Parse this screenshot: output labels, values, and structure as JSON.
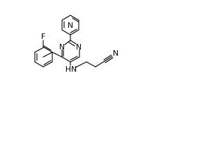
{
  "molecule": {
    "atoms": {
      "pyridine_n": "N",
      "pyrimidine_n1": "N",
      "pyrimidine_n3": "N",
      "fluorine": "F",
      "amine_nh": "HN",
      "nitrile_n": "N"
    }
  }
}
